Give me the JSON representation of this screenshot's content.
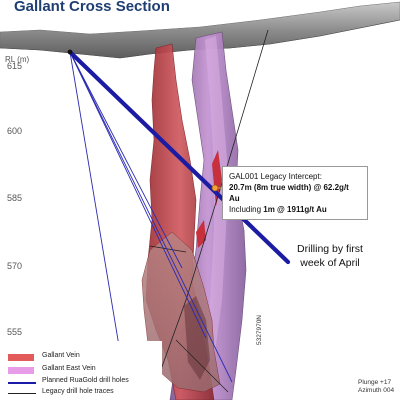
{
  "title": "Gallant Cross Section",
  "axis": {
    "unit": "RL (m)",
    "ticks": [
      "615",
      "600",
      "585",
      "570",
      "555"
    ]
  },
  "callout": {
    "line1": "GAL001 Legacy Intercept:",
    "line2_bold": "20.7m (8m true width) @ 62.2g/t Au",
    "line3_prefix": "Including ",
    "line3_bold": "1m @ 1911g/t Au"
  },
  "drilling_caption": "Drilling by first week of April",
  "legend": [
    {
      "label": "Gallant Vein",
      "color": "#e35a5a",
      "kind": "swatch"
    },
    {
      "label": "Gallant East Vein",
      "color": "#e89be6",
      "kind": "swatch"
    },
    {
      "label": "Planned RuaGold drill holes",
      "color": "#1a1aa8",
      "kind": "line"
    },
    {
      "label": "Legacy drill hole traces",
      "color": "#222222",
      "kind": "line"
    }
  ],
  "orientation": {
    "plunge": "Plunge +17",
    "azimuth": "Azimuth 004"
  },
  "northing": "5327970N",
  "colors": {
    "gallant_vein": "#c8454d",
    "gallant_east_vein": "#b07ac0",
    "planned_hole": "#1b1ba3",
    "terrain": "#8a8a8a",
    "marker": "#f2a23a"
  }
}
